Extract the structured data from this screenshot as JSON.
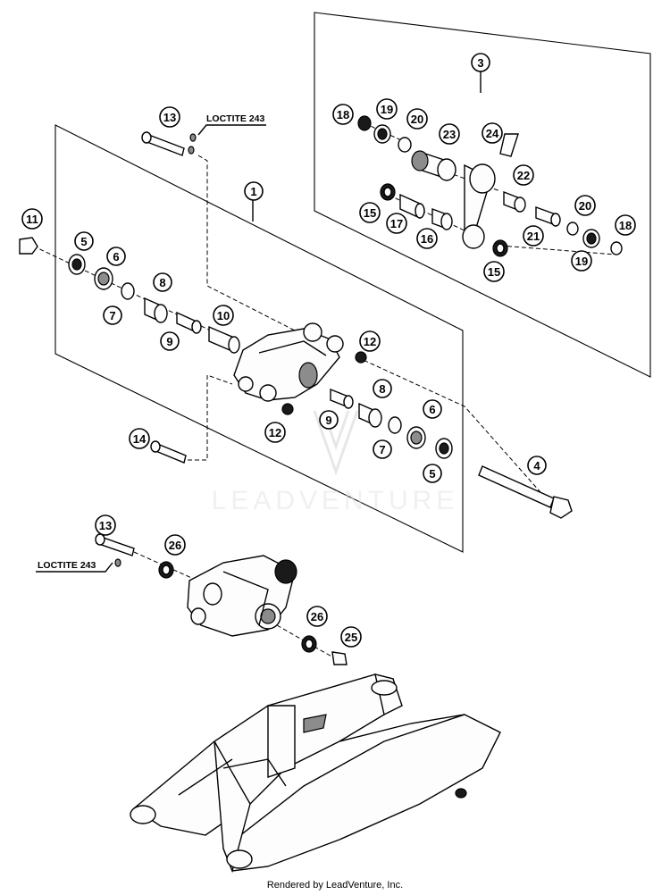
{
  "diagram": {
    "footer": "Rendered by LeadVenture, Inc.",
    "watermark": "LEADVENTURE",
    "notes": [
      {
        "id": "note-loctite-top",
        "text": "LOCTITE 243"
      },
      {
        "id": "note-loctite-bottom",
        "text": "LOCTITE 243"
      }
    ],
    "callouts": [
      {
        "id": "c1",
        "label": "1"
      },
      {
        "id": "c3",
        "label": "3"
      },
      {
        "id": "c4",
        "label": "4"
      },
      {
        "id": "c5a",
        "label": "5"
      },
      {
        "id": "c5b",
        "label": "5"
      },
      {
        "id": "c6a",
        "label": "6"
      },
      {
        "id": "c6b",
        "label": "6"
      },
      {
        "id": "c7a",
        "label": "7"
      },
      {
        "id": "c7b",
        "label": "7"
      },
      {
        "id": "c8a",
        "label": "8"
      },
      {
        "id": "c8b",
        "label": "8"
      },
      {
        "id": "c9a",
        "label": "9"
      },
      {
        "id": "c9b",
        "label": "9"
      },
      {
        "id": "c10",
        "label": "10"
      },
      {
        "id": "c11",
        "label": "11"
      },
      {
        "id": "c12a",
        "label": "12"
      },
      {
        "id": "c12b",
        "label": "12"
      },
      {
        "id": "c13a",
        "label": "13"
      },
      {
        "id": "c13b",
        "label": "13"
      },
      {
        "id": "c14",
        "label": "14"
      },
      {
        "id": "c15a",
        "label": "15"
      },
      {
        "id": "c15b",
        "label": "15"
      },
      {
        "id": "c16a",
        "label": "16"
      },
      {
        "id": "c17",
        "label": "17"
      },
      {
        "id": "c18a",
        "label": "18"
      },
      {
        "id": "c18b",
        "label": "18"
      },
      {
        "id": "c19a",
        "label": "19"
      },
      {
        "id": "c19b",
        "label": "19"
      },
      {
        "id": "c20a",
        "label": "20"
      },
      {
        "id": "c20b",
        "label": "20"
      },
      {
        "id": "c21",
        "label": "21"
      },
      {
        "id": "c22",
        "label": "22"
      },
      {
        "id": "c23",
        "label": "23"
      },
      {
        "id": "c24",
        "label": "24"
      },
      {
        "id": "c25",
        "label": "25"
      },
      {
        "id": "c26a",
        "label": "26"
      },
      {
        "id": "c26b",
        "label": "26"
      }
    ]
  }
}
